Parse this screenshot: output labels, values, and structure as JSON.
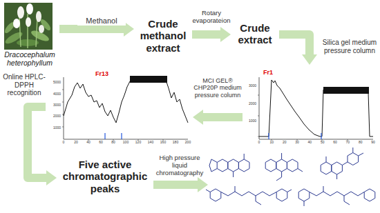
{
  "diagram": {
    "nodes": [
      {
        "text": [
          "Dracocephalum heterophyllum"
        ]
      },
      {
        "text": [
          "Crude methanol extract"
        ]
      },
      {
        "text": [
          "Crude extract"
        ]
      },
      {
        "text": [
          "Fr1"
        ]
      },
      {
        "text": [
          "Fr13"
        ]
      },
      {
        "text": [
          "Five active chromatographic peaks"
        ]
      }
    ],
    "edges": [
      {
        "from": 0,
        "to": 1,
        "arrow": "to",
        "label": "Methanol"
      },
      {
        "from": 1,
        "to": 2,
        "arrow": "to",
        "label": "Rotary evaporateion"
      },
      {
        "from": 2,
        "to": 3,
        "arrow": "to",
        "label": "Silica gel medium pressure column"
      },
      {
        "from": 3,
        "to": 4,
        "arrow": "to",
        "label": "MCI GEL® CHP20P medium pressure column"
      },
      {
        "from": 4,
        "to": 5,
        "arrow": "to",
        "label": "Online HPLC-DPPH recognition"
      }
    ],
    "labels": [
      "High pressure liquid chromatography",
      "0",
      "10",
      "20",
      "30",
      "40",
      "50",
      "60",
      "70",
      "80",
      "90",
      "1000",
      "2000",
      "3000",
      "0",
      "20",
      "40",
      "60",
      "80",
      "100",
      "120",
      "140",
      "160",
      "180",
      "200",
      "1000",
      "2000",
      "3000",
      "4000",
      "5000"
    ]
  }
}
